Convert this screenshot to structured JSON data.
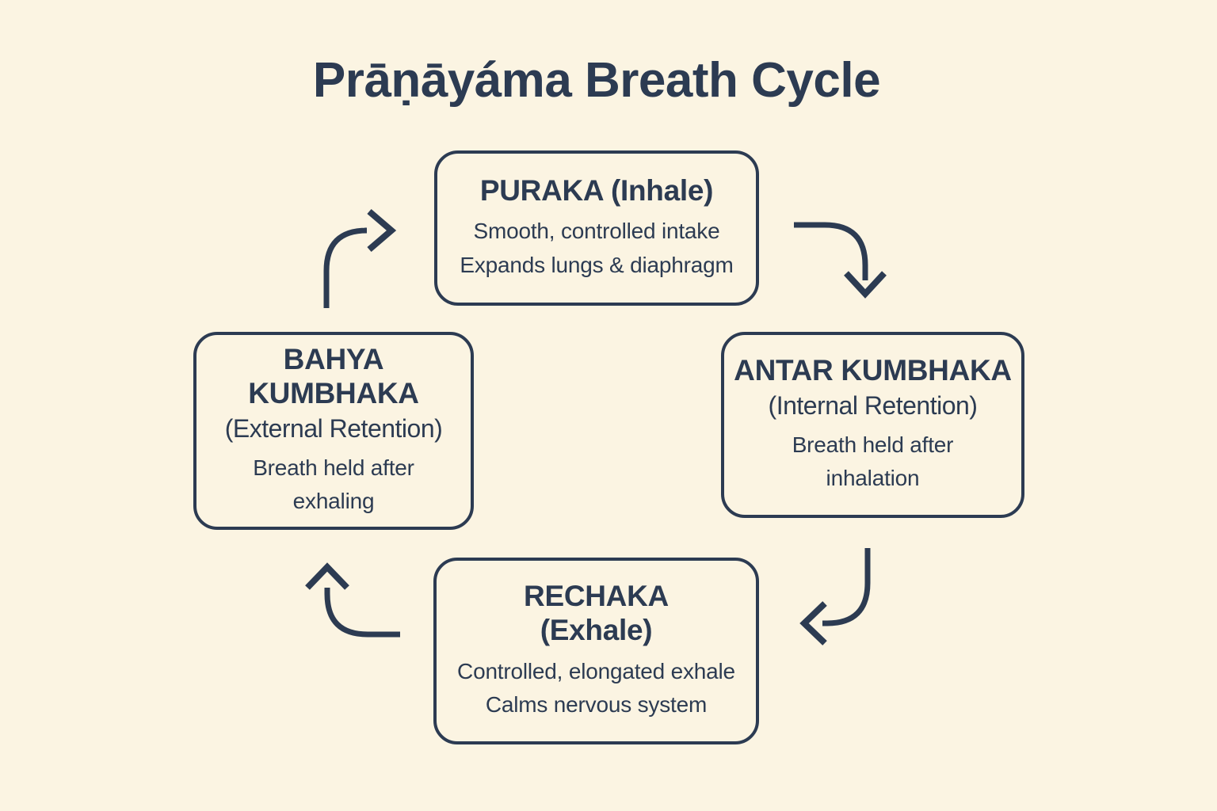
{
  "title": "Prāṇāyáma Breath Cycle",
  "colors": {
    "background": "#FBF4E2",
    "ink": "#2C3B52"
  },
  "nodes": [
    {
      "id": "puraka",
      "title_lines": [
        "PURAKA (Inhale)"
      ],
      "subtitle": "",
      "body_lines": [
        "Smooth, controlled intake",
        "Expands lungs & diaphragm"
      ]
    },
    {
      "id": "antar-kumbhaka",
      "title_lines": [
        "ANTAR KUMBHAKA"
      ],
      "subtitle": "(Internal Retention)",
      "body_lines": [
        "Breath held after",
        "inhalation"
      ]
    },
    {
      "id": "bahya-kumbhaka",
      "title_lines": [
        "BAHYA",
        "KUMBHAKA"
      ],
      "subtitle": "(External Retention)",
      "body_lines": [
        "Breath held after",
        "exhaling"
      ]
    },
    {
      "id": "rechaka",
      "title_lines": [
        "RECHAKA",
        "(Exhale)"
      ],
      "subtitle": "",
      "body_lines": [
        "Controlled, elongated exhale",
        "Calms nervous system"
      ]
    }
  ],
  "arrows": [
    {
      "from": "PURAKA (Inhale)",
      "to": "ANTAR KUMBHAKA (Internal Retention)",
      "direction": "clockwise"
    },
    {
      "from": "ANTAR KUMBHAKA (Internal Retention)",
      "to": "RECHAKA (Exhale)",
      "direction": "clockwise"
    },
    {
      "from": "RECHAKA (Exhale)",
      "to": "BAHYA KUMBHAKA (External Retention)",
      "direction": "clockwise"
    },
    {
      "from": "BAHYA KUMBHAKA (External Retention)",
      "to": "PURAKA (Inhale)",
      "direction": "clockwise"
    }
  ]
}
